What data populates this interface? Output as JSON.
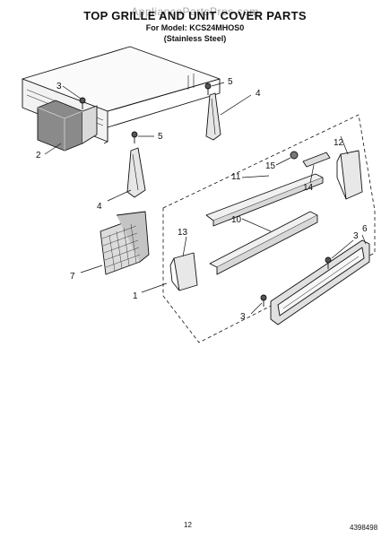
{
  "header": {
    "title": "TOP GRILLE AND UNIT COVER PARTS",
    "model_line": "For Model: KCS24MHOS0",
    "variant_line": "(Stainless Steel)",
    "watermark": "AppliancePartsPros.com"
  },
  "callouts": {
    "c1": "1",
    "c2": "2",
    "c3a": "3",
    "c3b": "3",
    "c3c": "3",
    "c4a": "4",
    "c4b": "4",
    "c5a": "5",
    "c5b": "5",
    "c6": "6",
    "c7": "7",
    "c10": "10",
    "c11": "11",
    "c12": "12",
    "c13": "13",
    "c14": "14",
    "c15": "15"
  },
  "footer": {
    "page_number": "12",
    "doc_number": "4398498"
  }
}
